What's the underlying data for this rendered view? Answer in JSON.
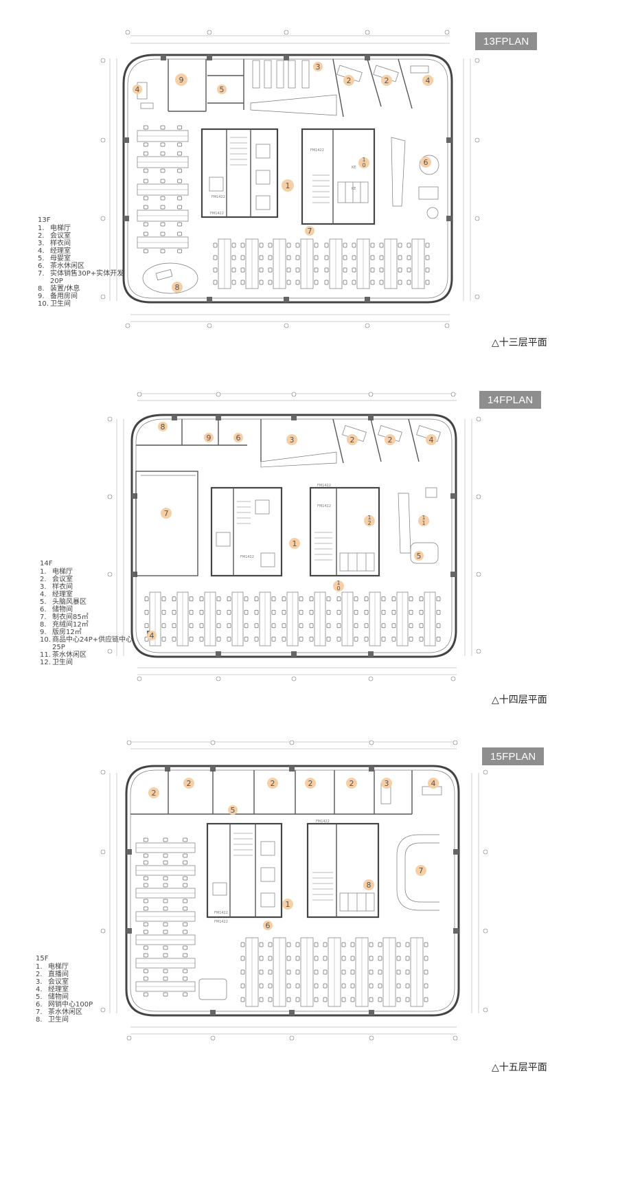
{
  "sheets": [
    {
      "plan_label": "13FPLAN",
      "caption": "△十三层平面",
      "legend_title": "13F",
      "legend": [
        {
          "num": "1.",
          "text": "电梯厅"
        },
        {
          "num": "2.",
          "text": "会议室"
        },
        {
          "num": "3.",
          "text": "样衣间"
        },
        {
          "num": "4.",
          "text": "经理室"
        },
        {
          "num": "5.",
          "text": "母婴室"
        },
        {
          "num": "6.",
          "text": "茶水休闲区"
        },
        {
          "num": "7.",
          "text": "实体销售30P+实体开发20P"
        },
        {
          "num": "8.",
          "text": "装置/休息"
        },
        {
          "num": "9.",
          "text": "备用房间"
        },
        {
          "num": "10.",
          "text": "卫生间"
        }
      ],
      "markers": [
        "4",
        "9",
        "5",
        "3",
        "2",
        "2",
        "4",
        "1",
        "1\n0",
        "6",
        "7",
        "8"
      ],
      "plan_texts": [
        "FM1422",
        "FM1422",
        "FM1422",
        "KE",
        "KE"
      ]
    },
    {
      "plan_label": "14FPLAN",
      "caption": "△十四层平面",
      "legend_title": "14F",
      "legend": [
        {
          "num": "1.",
          "text": "电梯厅"
        },
        {
          "num": "2.",
          "text": "会议室"
        },
        {
          "num": "3.",
          "text": "样衣间"
        },
        {
          "num": "4.",
          "text": "经理室"
        },
        {
          "num": "5.",
          "text": "头脑风暴区"
        },
        {
          "num": "6.",
          "text": "储物间"
        },
        {
          "num": "7.",
          "text": "制衣间85㎡"
        },
        {
          "num": "8.",
          "text": "充绒间12㎡"
        },
        {
          "num": "9.",
          "text": "版房12㎡"
        },
        {
          "num": "10.",
          "text": "商品中心24P+供应链中心25P"
        },
        {
          "num": "11.",
          "text": "茶水休闲区"
        },
        {
          "num": "12.",
          "text": "卫生间"
        }
      ],
      "markers": [
        "8",
        "9",
        "6",
        "3",
        "2",
        "2",
        "4",
        "7",
        "1",
        "1\n2",
        "1\n1",
        "5",
        "1\n0",
        "4"
      ],
      "plan_texts": [
        "FM1422",
        "FM1422",
        "FM1422"
      ]
    },
    {
      "plan_label": "15FPLAN",
      "caption": "△十五层平面",
      "legend_title": "15F",
      "legend": [
        {
          "num": "1.",
          "text": "电梯厅"
        },
        {
          "num": "2.",
          "text": "直播间"
        },
        {
          "num": "3.",
          "text": "会议室"
        },
        {
          "num": "4.",
          "text": "经理室"
        },
        {
          "num": "5.",
          "text": "储物间"
        },
        {
          "num": "6.",
          "text": "网销中心100P"
        },
        {
          "num": "7.",
          "text": "茶水休闲区"
        },
        {
          "num": "8.",
          "text": "卫生间"
        }
      ],
      "markers": [
        "2",
        "2",
        "5",
        "2",
        "2",
        "2",
        "3",
        "4",
        "1",
        "8",
        "7",
        "6"
      ],
      "plan_texts": [
        "FM1422",
        "FM1422",
        "FM1422"
      ]
    }
  ],
  "colors": {
    "badge_bg": "#8e8e8e",
    "room_marker": "#f7cfa6",
    "wall": "#555555"
  },
  "icons": [
    "stair-symbol",
    "door-swing",
    "desk-chair"
  ]
}
